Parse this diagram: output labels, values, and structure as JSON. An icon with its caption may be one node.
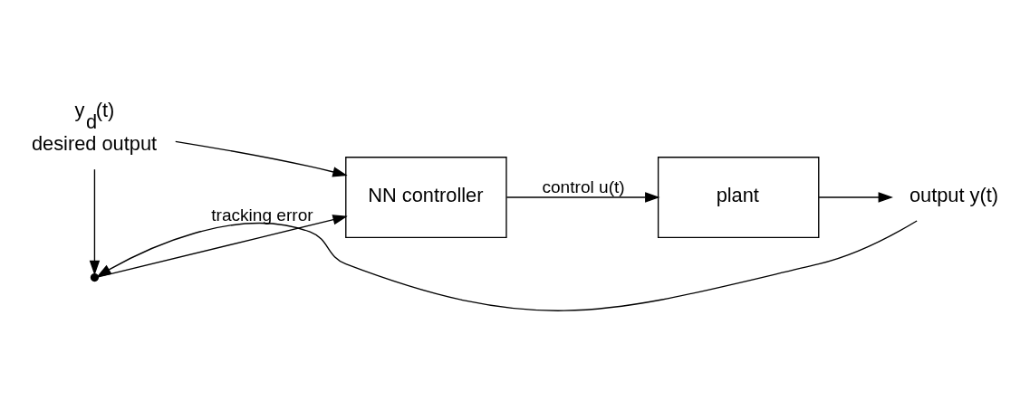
{
  "diagram": {
    "nodes": [
      {
        "text": [
          "y$_{d}$(t)",
          "desired output"
        ]
      },
      {
        "text": [
          "NN controller"
        ]
      },
      {
        "text": [
          "plant"
        ]
      },
      {
        "text": [
          "output y(t)"
        ]
      },
      {
        "text": [],
        "shape": "point"
      }
    ],
    "edges": [
      {
        "from": 0,
        "to": 1,
        "arrow": "to"
      },
      {
        "from": 1,
        "to": 2,
        "arrow": "to",
        "label": "control u(t)"
      },
      {
        "from": 2,
        "to": 3,
        "arrow": "to"
      },
      {
        "from": 3,
        "to": 4,
        "arrow": "to"
      },
      {
        "from": 0,
        "to": 4,
        "arrow": "to"
      },
      {
        "from": 4,
        "to": 1,
        "arrow": "to",
        "label": "tracking error"
      }
    ]
  }
}
